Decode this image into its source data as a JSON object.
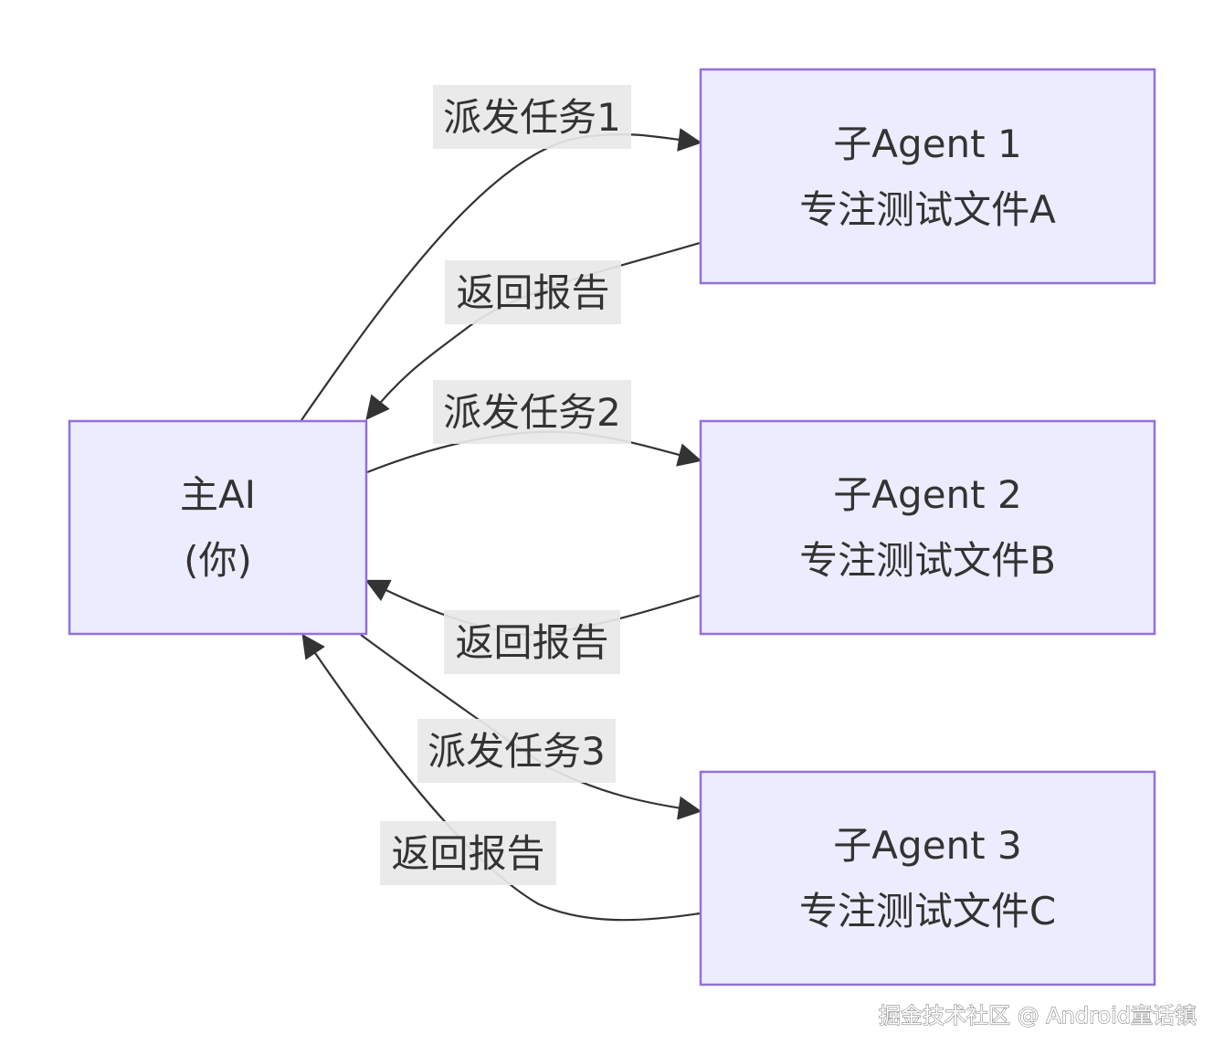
{
  "diagram": {
    "nodes": [
      {
        "id": "main",
        "lines": [
          "主AI",
          "(你)"
        ]
      },
      {
        "id": "agent1",
        "lines": [
          "子Agent 1",
          "专注测试文件A"
        ]
      },
      {
        "id": "agent2",
        "lines": [
          "子Agent 2",
          "专注测试文件B"
        ]
      },
      {
        "id": "agent3",
        "lines": [
          "子Agent 3",
          "专注测试文件C"
        ]
      }
    ],
    "edges": [
      {
        "from": "main",
        "to": "agent1",
        "label": "派发任务1"
      },
      {
        "from": "agent1",
        "to": "main",
        "label": "返回报告"
      },
      {
        "from": "main",
        "to": "agent2",
        "label": "派发任务2"
      },
      {
        "from": "agent2",
        "to": "main",
        "label": "返回报告"
      },
      {
        "from": "main",
        "to": "agent3",
        "label": "派发任务3"
      },
      {
        "from": "agent3",
        "to": "main",
        "label": "返回报告"
      }
    ],
    "colors": {
      "node_fill": "#ececff",
      "node_stroke": "#9370db",
      "edge": "#333333",
      "label_bg": "#e8e8e8",
      "text": "#333333"
    }
  },
  "watermark": "掘金技术社区 @ Android童话镇"
}
